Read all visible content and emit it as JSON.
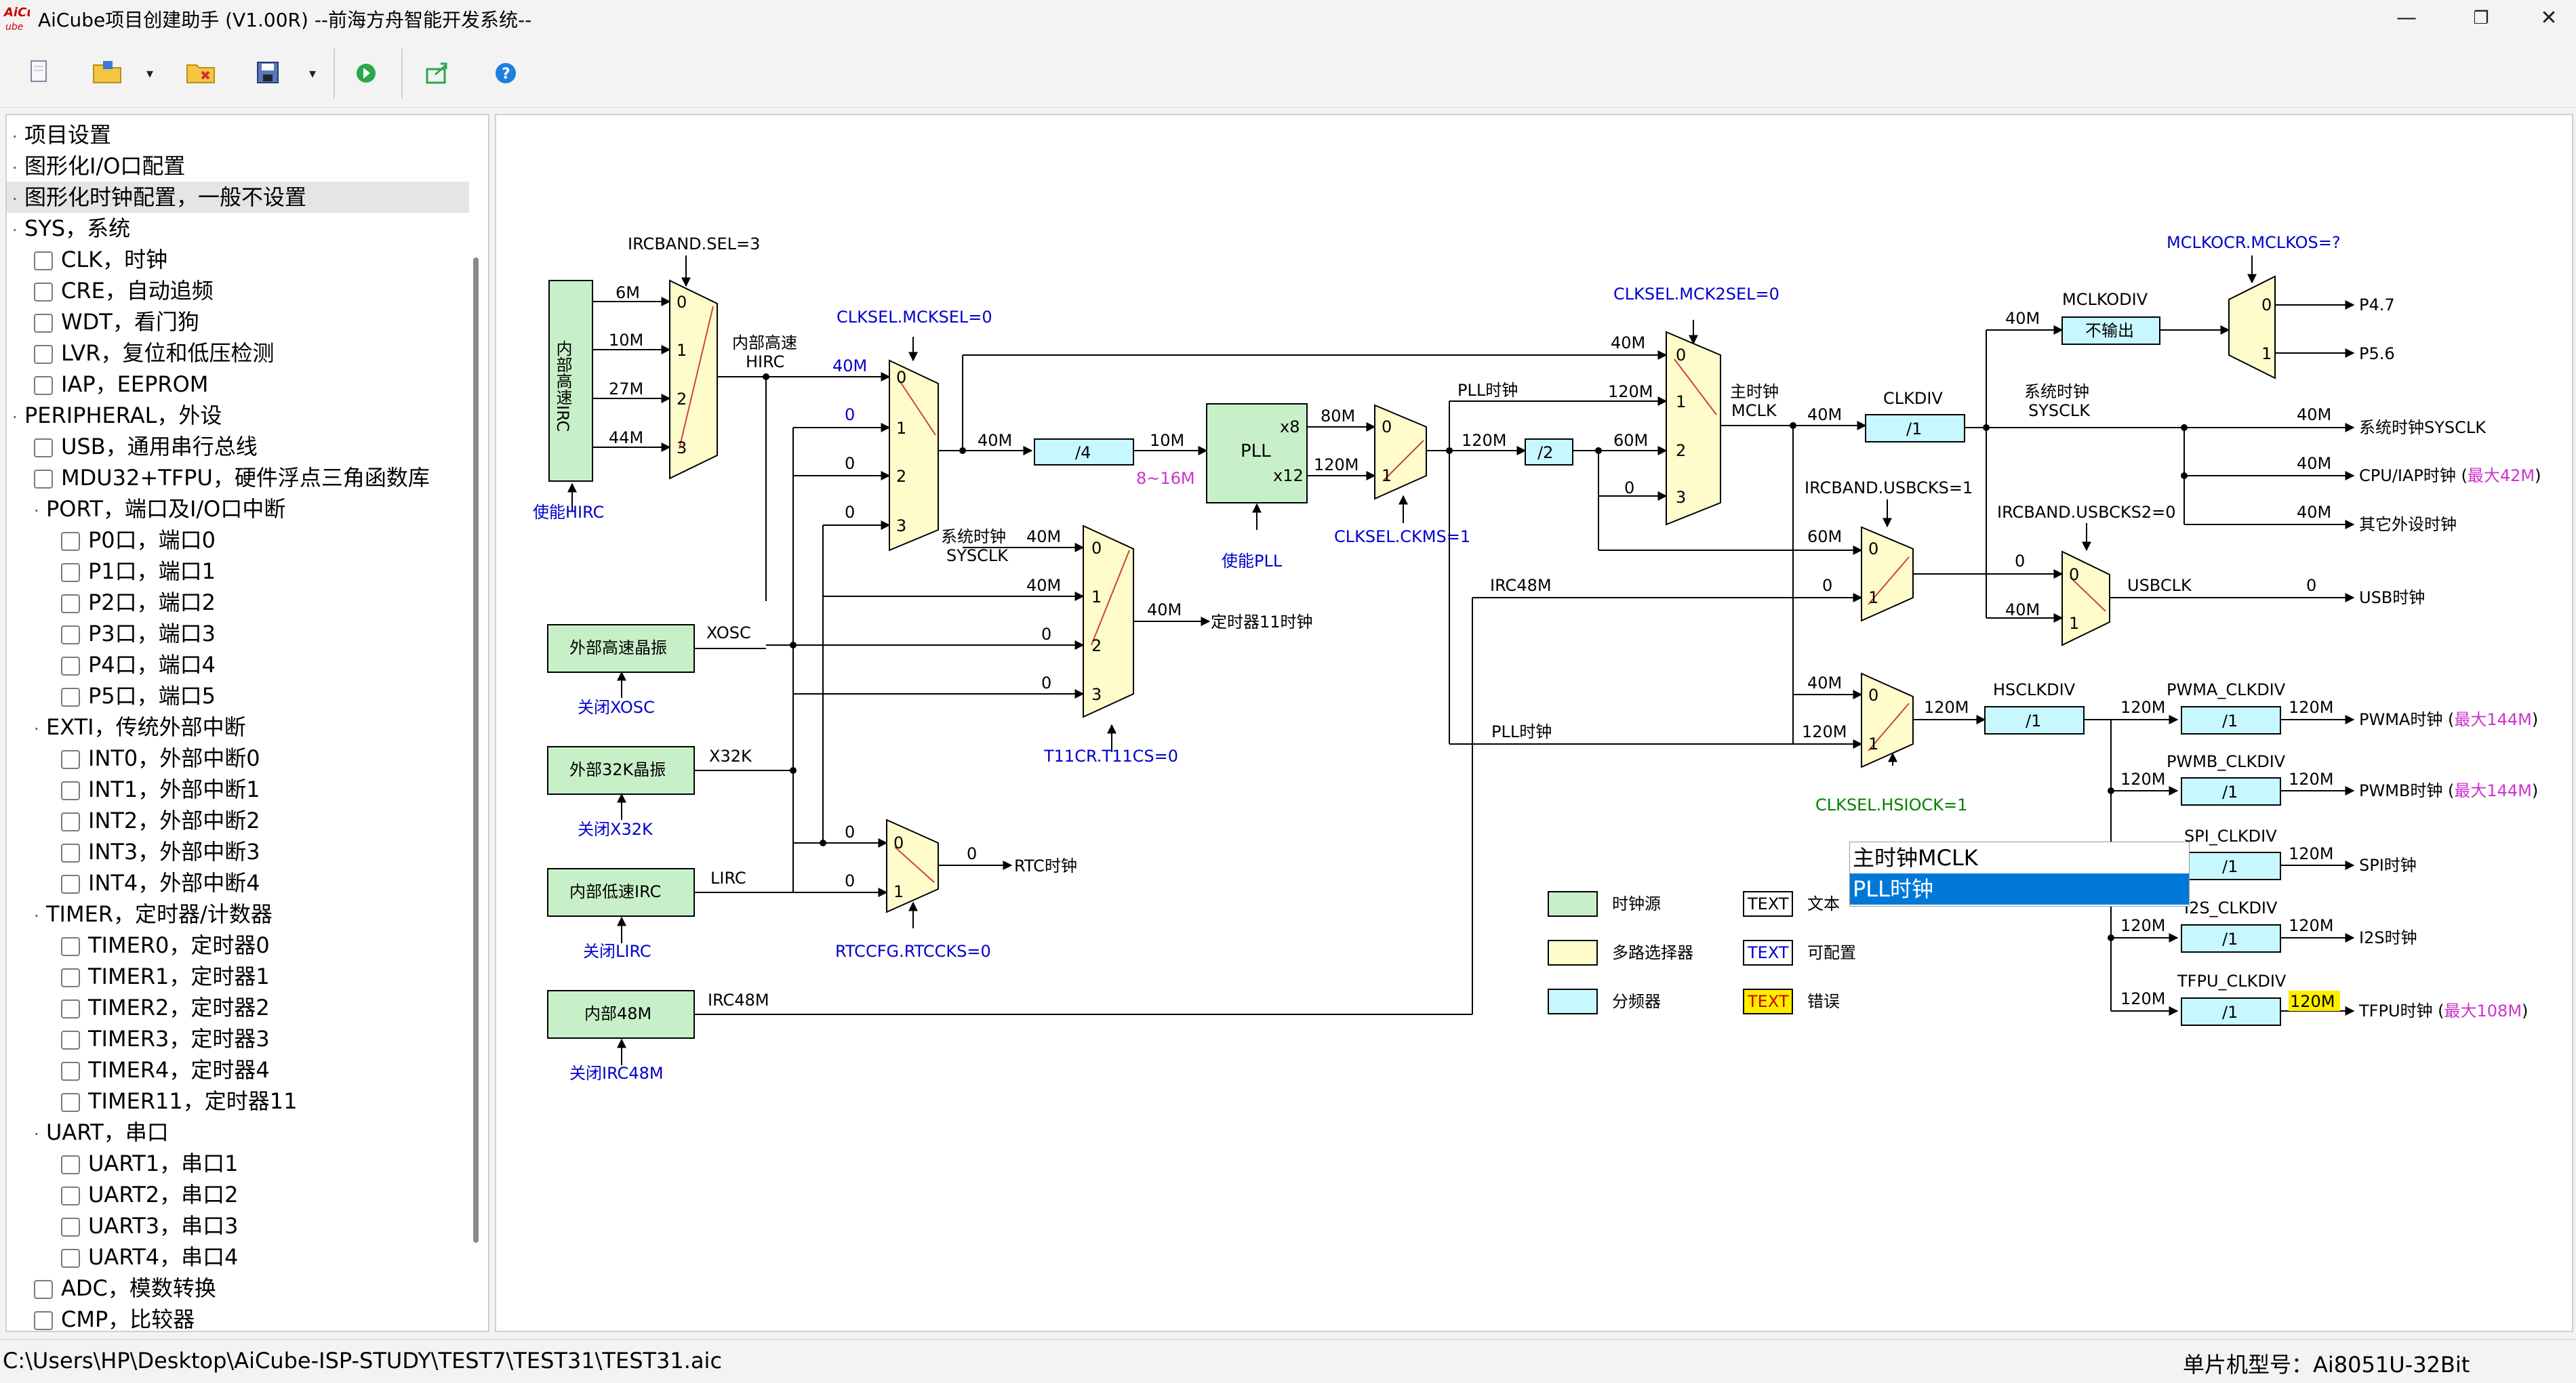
{
  "window": {
    "title": "AiCube项目创建助手 (V1.00R) --前海方舟智能开发系统--",
    "logo_text": "AiCube",
    "controls": {
      "minimize": "—",
      "maximize": "❐",
      "close": "✕"
    }
  },
  "toolbar": {
    "icons": [
      "new-file-icon",
      "open-folder-icon",
      "close-folder-icon",
      "save-icon",
      "run-icon",
      "export-icon",
      "help-icon"
    ]
  },
  "tree": {
    "items": [
      {
        "label": "项目设置",
        "level": 0,
        "kind": "top"
      },
      {
        "label": "图形化I/O口配置",
        "level": 0,
        "kind": "top"
      },
      {
        "label": "图形化时钟配置，一般不设置",
        "level": 0,
        "kind": "top",
        "selected": true
      },
      {
        "label": "SYS，系统",
        "level": 0,
        "kind": "group"
      },
      {
        "label": "CLK，时钟",
        "level": 1,
        "kind": "check"
      },
      {
        "label": "CRE，自动追频",
        "level": 1,
        "kind": "check"
      },
      {
        "label": "WDT，看门狗",
        "level": 1,
        "kind": "check"
      },
      {
        "label": "LVR，复位和低压检测",
        "level": 1,
        "kind": "check"
      },
      {
        "label": "IAP，EEPROM",
        "level": 1,
        "kind": "check"
      },
      {
        "label": "PERIPHERAL，外设",
        "level": 0,
        "kind": "group"
      },
      {
        "label": "USB，通用串行总线",
        "level": 1,
        "kind": "check"
      },
      {
        "label": "MDU32+TFPU，硬件浮点三角函数库",
        "level": 1,
        "kind": "check"
      },
      {
        "label": "PORT，端口及I/O口中断",
        "level": 1,
        "kind": "group"
      },
      {
        "label": "P0口，端口0",
        "level": 2,
        "kind": "check"
      },
      {
        "label": "P1口，端口1",
        "level": 2,
        "kind": "check"
      },
      {
        "label": "P2口，端口2",
        "level": 2,
        "kind": "check"
      },
      {
        "label": "P3口，端口3",
        "level": 2,
        "kind": "check"
      },
      {
        "label": "P4口，端口4",
        "level": 2,
        "kind": "check"
      },
      {
        "label": "P5口，端口5",
        "level": 2,
        "kind": "check"
      },
      {
        "label": "EXTI，传统外部中断",
        "level": 1,
        "kind": "group"
      },
      {
        "label": "INT0，外部中断0",
        "level": 2,
        "kind": "check"
      },
      {
        "label": "INT1，外部中断1",
        "level": 2,
        "kind": "check"
      },
      {
        "label": "INT2，外部中断2",
        "level": 2,
        "kind": "check"
      },
      {
        "label": "INT3，外部中断3",
        "level": 2,
        "kind": "check"
      },
      {
        "label": "INT4，外部中断4",
        "level": 2,
        "kind": "check"
      },
      {
        "label": "TIMER，定时器/计数器",
        "level": 1,
        "kind": "group"
      },
      {
        "label": "TIMER0，定时器0",
        "level": 2,
        "kind": "check"
      },
      {
        "label": "TIMER1，定时器1",
        "level": 2,
        "kind": "check"
      },
      {
        "label": "TIMER2，定时器2",
        "level": 2,
        "kind": "check"
      },
      {
        "label": "TIMER3，定时器3",
        "level": 2,
        "kind": "check"
      },
      {
        "label": "TIMER4，定时器4",
        "level": 2,
        "kind": "check"
      },
      {
        "label": "TIMER11，定时器11",
        "level": 2,
        "kind": "check"
      },
      {
        "label": "UART，串口",
        "level": 1,
        "kind": "group"
      },
      {
        "label": "UART1，串口1",
        "level": 2,
        "kind": "check"
      },
      {
        "label": "UART2，串口2",
        "level": 2,
        "kind": "check"
      },
      {
        "label": "UART3，串口3",
        "level": 2,
        "kind": "check"
      },
      {
        "label": "UART4，串口4",
        "level": 2,
        "kind": "check"
      },
      {
        "label": "ADC，模数转换",
        "level": 1,
        "kind": "check"
      },
      {
        "label": "CMP，比较器",
        "level": 1,
        "kind": "check"
      }
    ]
  },
  "diagram": {
    "sources": {
      "hirc": "内部高速IRC",
      "xosc": "外部高速晶振",
      "x32k": "外部32K晶振",
      "lirc": "内部低速IRC",
      "irc48m": "内部48M",
      "pll": "PLL"
    },
    "source_actions": {
      "hirc": "使能HIRC",
      "xosc": "关闭XOSC",
      "x32k": "关闭X32K",
      "lirc": "关闭LIRC",
      "irc48m": "关闭IRC48M",
      "pll": "使能PLL"
    },
    "registers": {
      "ircband": "IRCBAND.SEL=3",
      "mcksel": "CLKSEL.MCKSEL=0",
      "mck2sel": "CLKSEL.MCK2SEL=0",
      "mclkocr": "MCLKOCR.MCLKOS=?",
      "ckms": "CLKSEL.CKMS=1",
      "t11cs": "T11CR.T11CS=0",
      "rtcck": "RTCCFG.RTCCKS=0",
      "usbcks": "IRCBAND.USBCKS=1",
      "usbcks2": "IRCBAND.USBCKS2=0",
      "hsiock": "CLKSEL.HSIOCK=1"
    },
    "signals": {
      "m6": "6M",
      "m10": "10M",
      "m27": "27M",
      "m44": "44M",
      "m40": "40M",
      "zero": "0",
      "div4": "/4",
      "pll_in": "10M",
      "pll_range": "8~16M",
      "x8": "x8",
      "x12": "x12",
      "m80": "80M",
      "m120": "120M",
      "m60": "60M",
      "div2": "/2",
      "div1": "/1",
      "m0": "0",
      "hirc_lbl": "内部高速\nHIRC",
      "sysclk_t11": "系统时钟\nSYSCLK",
      "xosc_lbl": "XOSC",
      "x32k_lbl": "X32K",
      "lirc_lbl": "LIRC",
      "irc48m_lbl": "IRC48M",
      "pll_clk": "PLL时钟",
      "mclk_lbl": "主时钟\nMCLK",
      "clkdiv": "CLKDIV",
      "mclkodiv": "MCLKODIV",
      "no_output": "不输出",
      "sysclk_lbl": "系统时钟\nSYSCLK",
      "usbclk": "USBCLK",
      "hsclkdiv": "HSCLKDIV",
      "pwma": "PWMA_CLKDIV",
      "pwmb": "PWMB_CLKDIV",
      "spi": "SPI_CLKDIV",
      "i2s": "I2S_CLKDIV",
      "tfpu": "TFPU_CLKDIV"
    },
    "outputs": {
      "p47": "P4.7",
      "p56": "P5.6",
      "sysclk": "系统时钟SYSCLK",
      "cpu": "CPU/IAP时钟",
      "cpu_max": "最大42M",
      "other": "其它外设时钟",
      "usb": "USB时钟",
      "pwma": "PWMA时钟",
      "pwma_max": "最大144M",
      "pwmb": "PWMB时钟",
      "pwmb_max": "最大144M",
      "spi": "SPI时钟",
      "i2s": "I2S时钟",
      "tfpu": "TFPU时钟",
      "tfpu_max": "最大108M",
      "t11": "定时器11时钟",
      "rtc": "RTC时钟"
    },
    "legend": {
      "clock_source": "时钟源",
      "mux": "多路选择器",
      "divider": "分频器",
      "text_tag": "TEXT",
      "text": "文本",
      "configurable": "可配置",
      "error": "错误"
    },
    "colors": {
      "source_fill": "#c8f0c8",
      "mux_fill": "#fffccc",
      "div_fill": "#c8f8ff",
      "error_fill": "#ffee00",
      "config_text": "#0000cc",
      "action_text": "#0000cc",
      "freq_text": "#cc33cc",
      "hsiock_text": "#008000"
    }
  },
  "popup": {
    "items": [
      "主时钟MCLK",
      "PLL时钟"
    ],
    "highlighted_index": 1
  },
  "statusbar": {
    "path": "C:\\Users\\HP\\Desktop\\AiCube-ISP-STUDY\\TEST7\\TEST31\\TEST31.aic",
    "chip": "单片机型号：Ai8051U-32Bit"
  }
}
